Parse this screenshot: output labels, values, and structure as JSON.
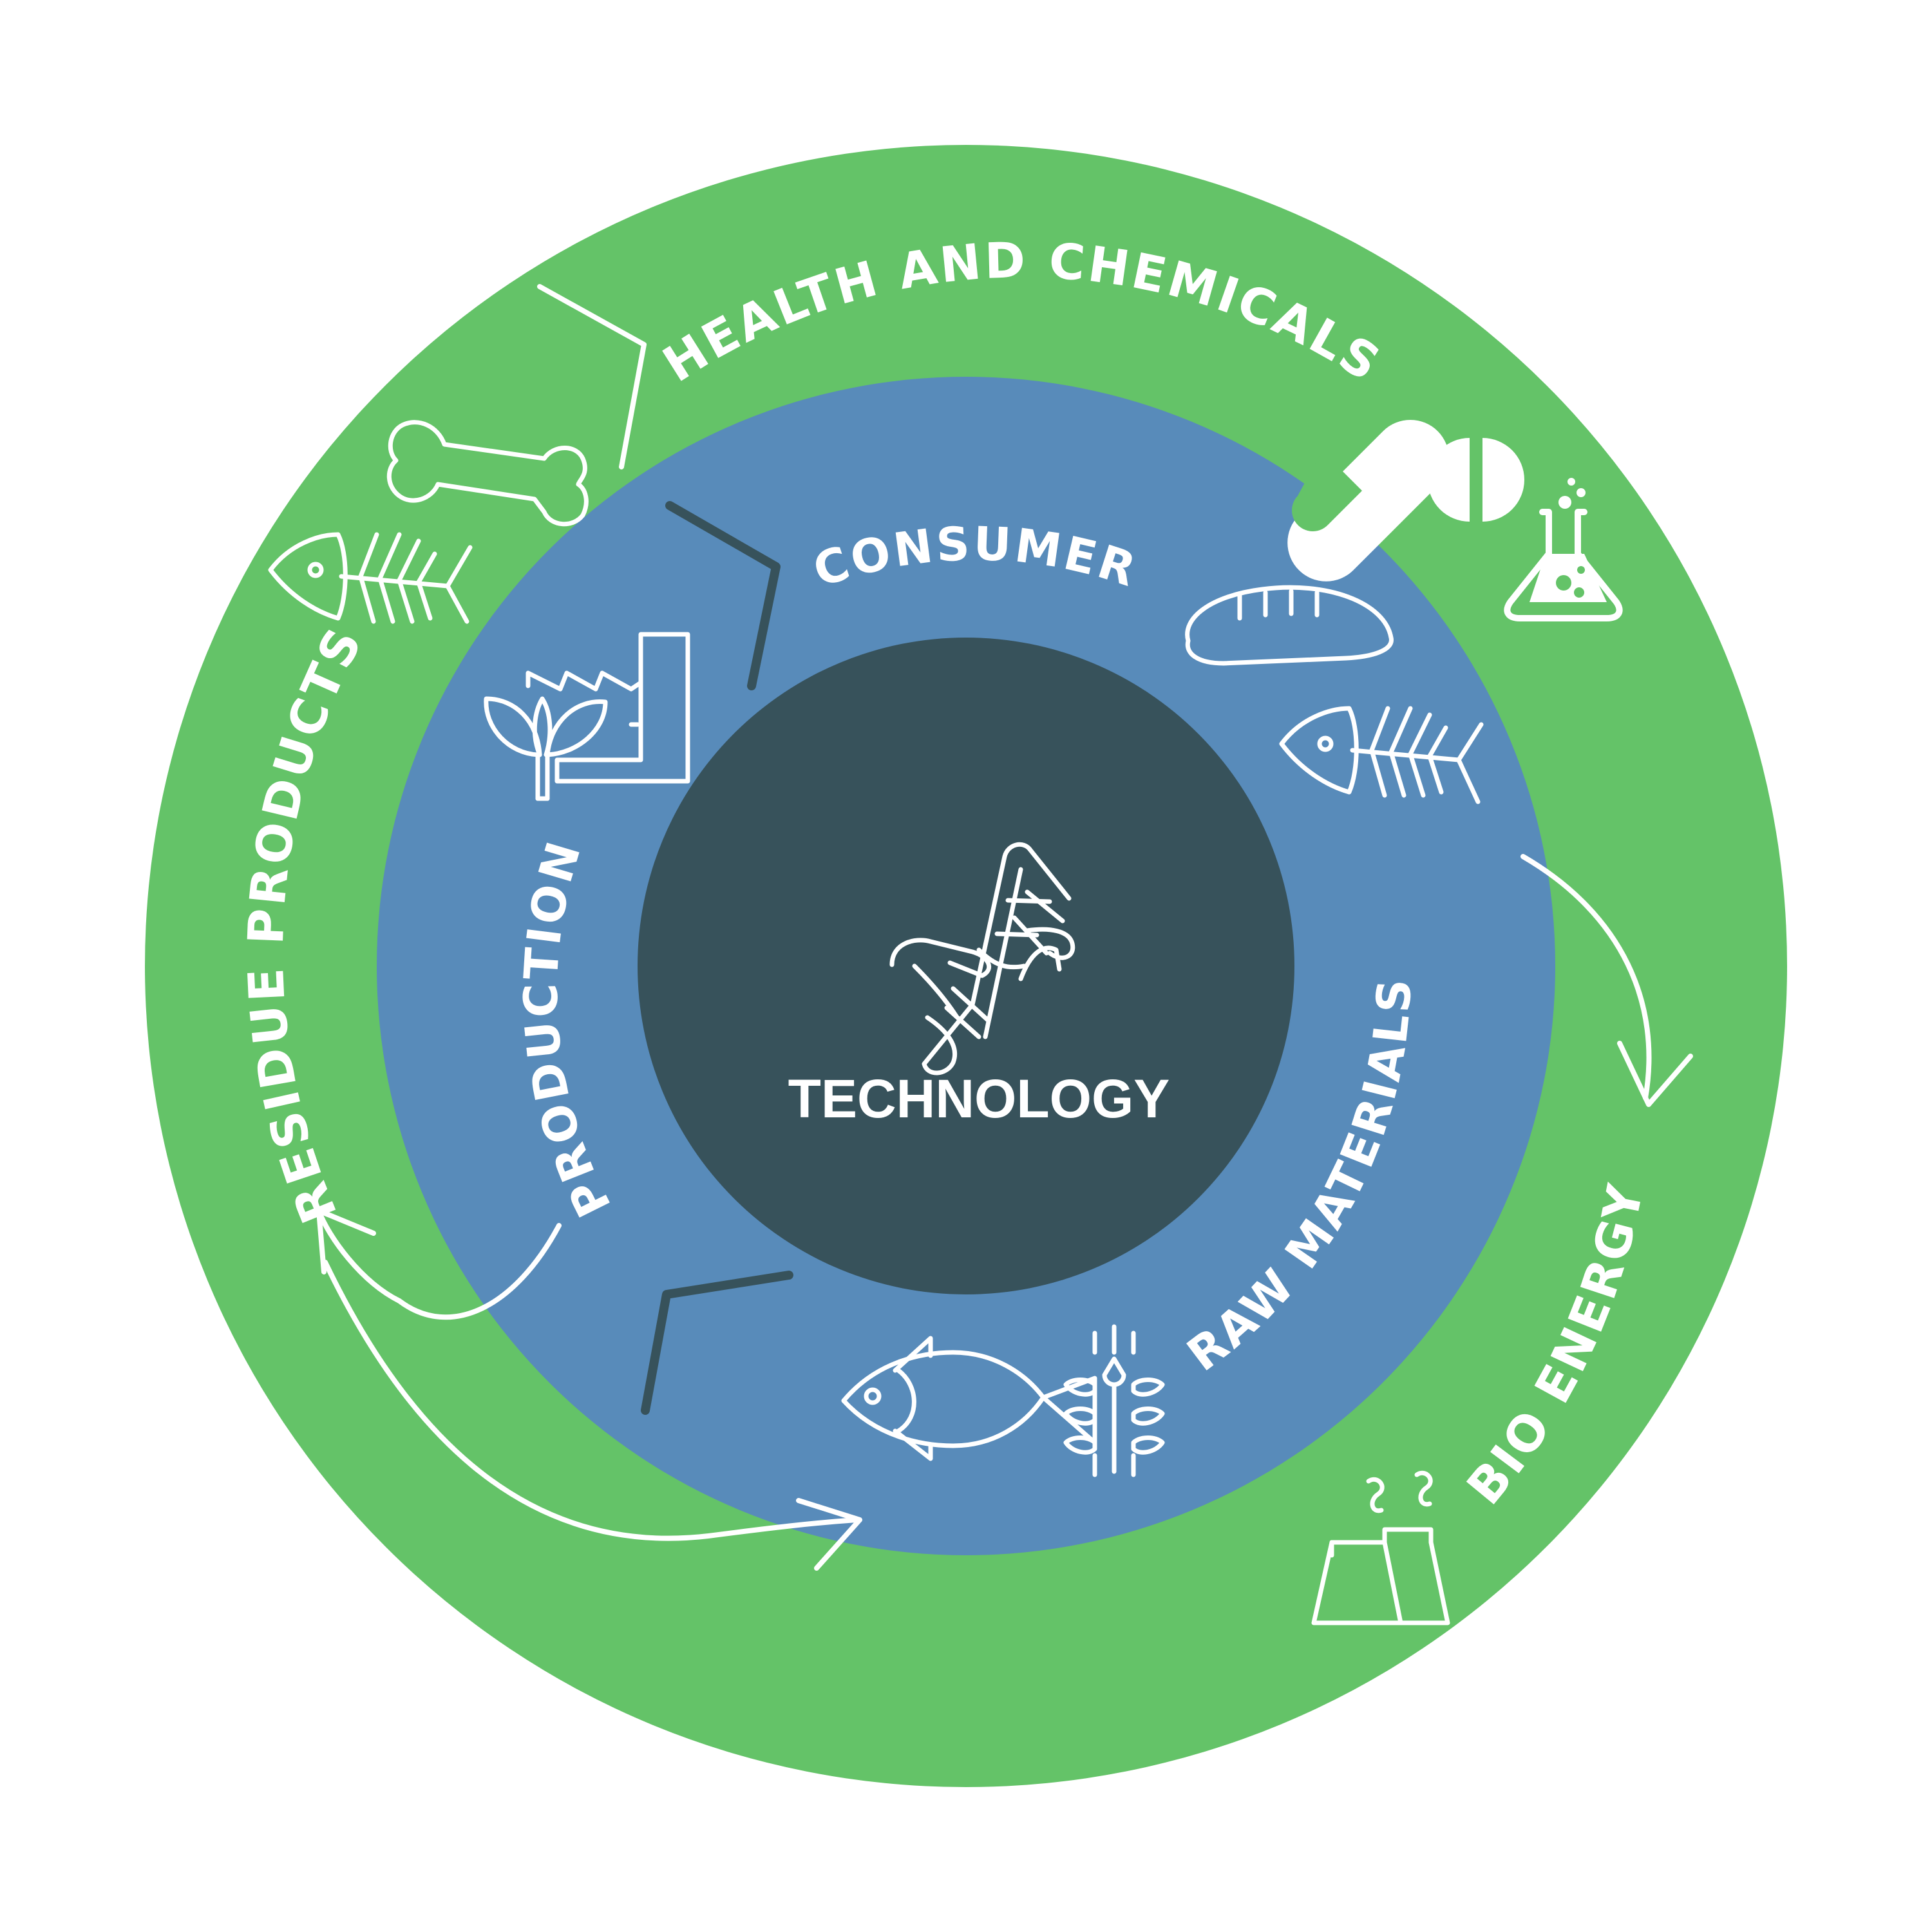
{
  "colors": {
    "outer_ring": "#64c368",
    "middle_ring": "#588bba",
    "core": "#37525b",
    "inner_arrows": "#37525b",
    "line_art": "#ffffff"
  },
  "labels": {
    "core": "TECHNOLOGY",
    "consumer": "CONSUMER",
    "production": "PRODUCTION",
    "raw_materials": "RAW MATERIALS",
    "health_and_chemicals": "HEALTH AND CHEMICALS",
    "residue_products": "RESIDUE PRODUCTS",
    "bio_energy": "BIO ENERGY"
  },
  "icons": {
    "core": "dna-icon",
    "consumer": [
      "bread-icon",
      "fish-bone-icon"
    ],
    "production": "factory-plant-icon",
    "raw_materials": [
      "fish-icon",
      "wheat-icon"
    ],
    "health_and_chemicals": [
      "capsule-icon",
      "pill-icon",
      "flask-icon"
    ],
    "residue_products": [
      "bone-icon",
      "fish-bone-icon"
    ],
    "bio_energy": "power-plant-icon"
  }
}
